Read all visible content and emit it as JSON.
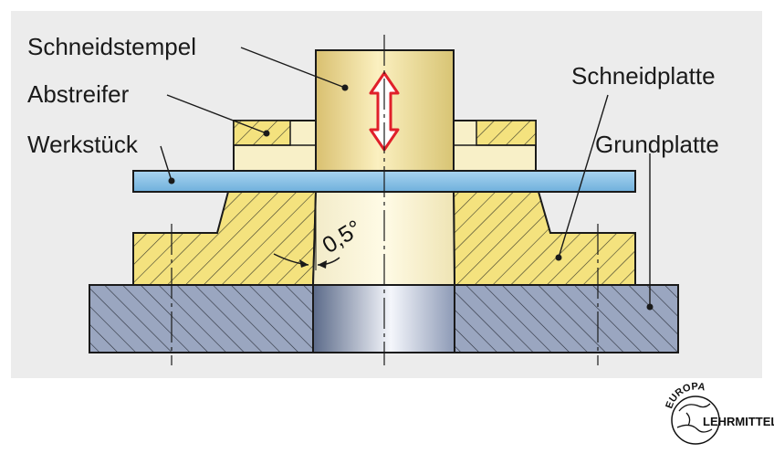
{
  "labels": {
    "punch": "Schneidstempel",
    "stripper": "Abstreifer",
    "workpiece": "Werkstück",
    "die_plate": "Schneidplatte",
    "base_plate": "Grundplatte",
    "clearance_angle": "0,5°"
  },
  "logo": {
    "top": "EUROPA",
    "bottom": "LEHRMITTEL"
  },
  "colors": {
    "background_panel": "#ececec",
    "punch": "#f0e2a0",
    "stripper_hatch_fill": "#f4e27e",
    "workpiece": "#8ec5e8",
    "die_plate": "#f4e27e",
    "base_plate": "#9aa6c0",
    "motion_arrow": "#e0202a",
    "outline": "#1a1a1a"
  }
}
